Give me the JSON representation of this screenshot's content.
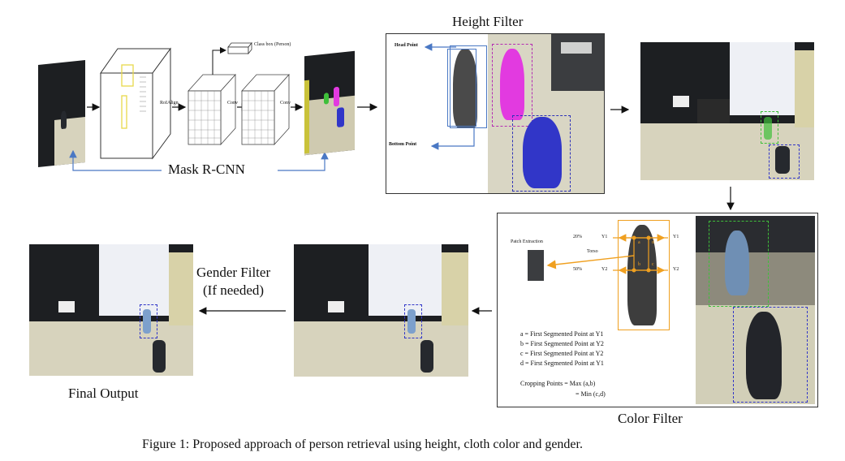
{
  "stages": {
    "height_filter": "Height Filter",
    "mask_rcnn": "Mask R-CNN",
    "color_filter": "Color Filter",
    "gender_filter_line1": "Gender Filter",
    "gender_filter_line2": "(If needed)",
    "final_output": "Final Output"
  },
  "mask_rcnn_labels": {
    "class_box": "Class box (Person)",
    "roialign": "RoIAlign",
    "conv1": "Conv",
    "conv2": "Conv"
  },
  "height_labels": {
    "head_point": "Head Point",
    "bottom_point": "Bottom Point"
  },
  "color_labels": {
    "patch_extraction": "Patch Extraction",
    "p20": "20%",
    "p50": "50%",
    "y1_left": "Y1",
    "y2_left": "Y2",
    "y1_right": "Y1",
    "y2_right": "Y2",
    "torso": "Torso",
    "a": "a",
    "b": "b",
    "c": "c",
    "d": "d",
    "def_a": "a = First Segmented Point at Y1",
    "def_b": "b = First Segmented Point at Y2",
    "def_c": "c = First Segmented Point at Y2",
    "def_d": "d = First Segmented Point at Y1",
    "crop1": "Cropping Points = Max (a,b)",
    "crop2": "= Min (c,d)"
  },
  "caption": "Figure 1: Proposed approach of person retrieval using height, cloth color and gender.",
  "colors": {
    "arrow_blue": "#4a78c4",
    "magenta": "#e23ae0",
    "blue_box": "#3136c8",
    "green_box": "#3fbf3a",
    "orange": "#f0a020",
    "yellow_feature": "#e8d84a"
  }
}
